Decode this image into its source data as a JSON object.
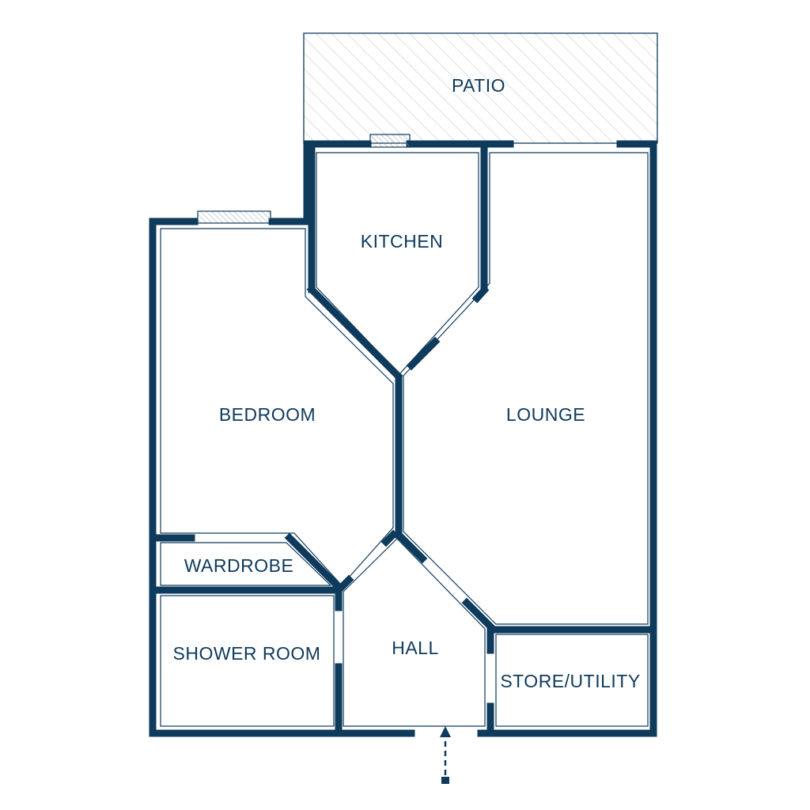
{
  "colors": {
    "wall": "#0e3a5c",
    "background": "#ffffff",
    "patio_hatch": "#c9cdd1"
  },
  "rooms": {
    "patio": "PATIO",
    "kitchen": "KITCHEN",
    "bedroom": "BEDROOM",
    "lounge": "LOUNGE",
    "wardrobe": "WARDROBE",
    "hall": "HALL",
    "shower_room": "SHOWER ROOM",
    "store_utility": "STORE/UTILITY"
  },
  "icons": {
    "entrance": "dashed-arrow-up-icon"
  }
}
